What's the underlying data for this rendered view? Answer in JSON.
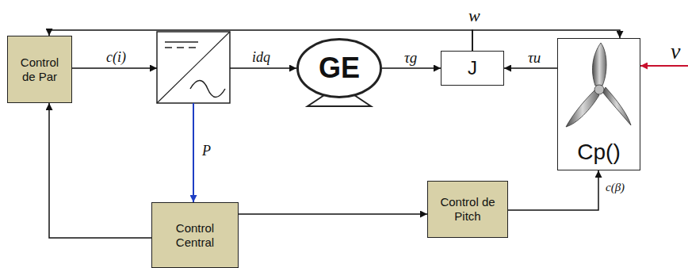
{
  "diagram": {
    "nodes": [
      {
        "text": [
          "Control de Par"
        ]
      },
      {
        "text": [
          "GE"
        ]
      },
      {
        "text": [
          "J"
        ]
      },
      {
        "text": [
          "Cp()"
        ]
      },
      {
        "text": [
          "Control Central"
        ]
      },
      {
        "text": [
          "Control de Pitch"
        ]
      }
    ],
    "edges": [
      {
        "from": 1,
        "to": 2,
        "arrow": "to",
        "label": "τg"
      },
      {
        "from": 3,
        "to": 2,
        "arrow": "to",
        "label": "τu"
      },
      {
        "from": 2,
        "to": 0,
        "arrow": "to",
        "label": "w"
      },
      {
        "from": 2,
        "to": 3,
        "arrow": "to"
      },
      {
        "from": 4,
        "to": 0,
        "arrow": "to"
      },
      {
        "from": 4,
        "to": 5,
        "arrow": "to"
      },
      {
        "from": 5,
        "to": 3,
        "arrow": "to",
        "label": "c(β)"
      }
    ],
    "labels": [
      "c(i)",
      "idq",
      "P",
      "v"
    ]
  }
}
